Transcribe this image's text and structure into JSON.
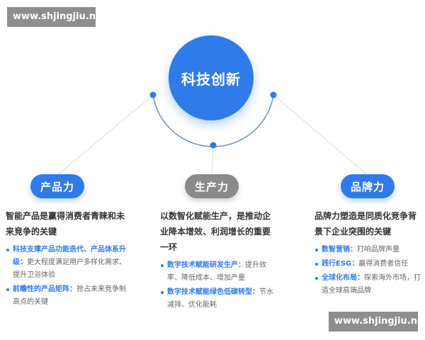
{
  "watermark": {
    "text": "www.shjingjiu.net"
  },
  "center": {
    "title": "科技创新"
  },
  "pillars": [
    {
      "label": "产品力",
      "heading": "智能产品是赢得消费者青睐和未来竞争的关键",
      "items": [
        {
          "key": "科技支撑产品功能迭代、产品体系升级：",
          "text": "更大程度满足用户多样化需求、提升卫浴体验"
        },
        {
          "key": "前瞻性的产品矩阵：",
          "text": "抢占未来竞争制高点的关键"
        }
      ]
    },
    {
      "label": "生产力",
      "heading": "以数智化赋能生产，是推动企业降本增效、利润增长的重要一环",
      "items": [
        {
          "key": "数字技术赋能研发生产：",
          "text": "提升效率、降低成本、增加产量"
        },
        {
          "key": "数字技术赋能绿色低碳转型：",
          "text": "节水减排、优化能耗"
        }
      ]
    },
    {
      "label": "品牌力",
      "heading": "品牌力塑造是同质化竞争背景下企业突围的关键",
      "items": [
        {
          "key": "数智营销：",
          "text": "打响品牌声量"
        },
        {
          "key": "践行ESG：",
          "text": "赢得消费者信任"
        },
        {
          "key": "全球化布局：",
          "text": "探索海外市场，打造全球高端品牌"
        }
      ]
    }
  ],
  "colors": {
    "accent": "#2f7bea",
    "muted_pill": "#8a8a8a",
    "connector": "#c8d3e6"
  }
}
